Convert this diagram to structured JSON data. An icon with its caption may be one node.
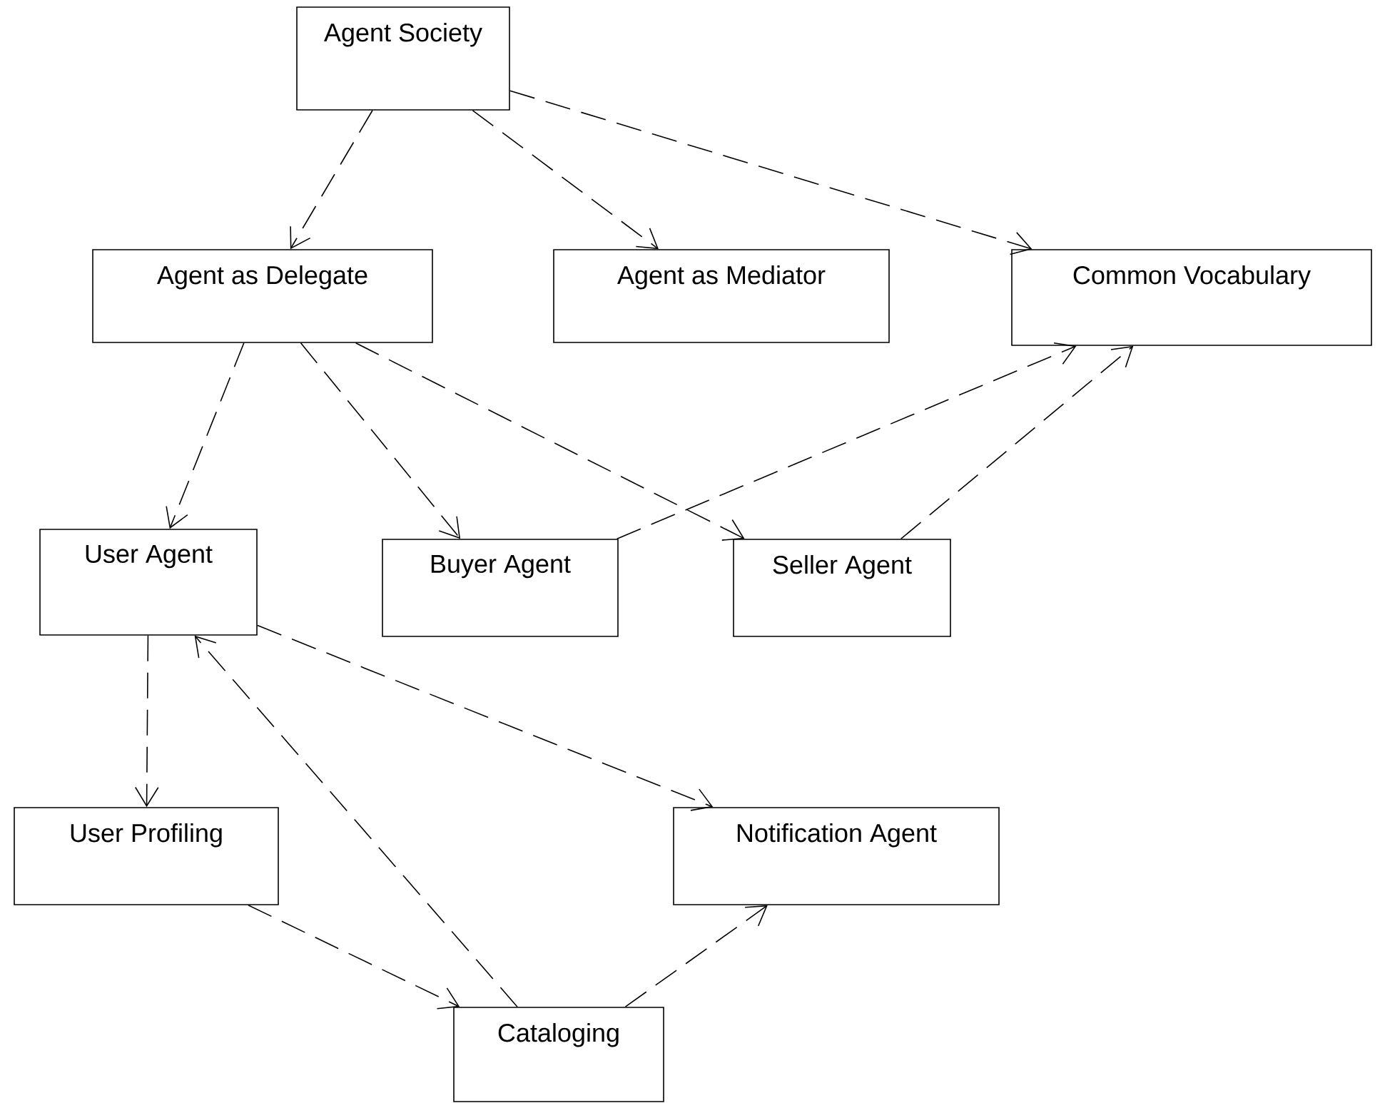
{
  "diagram": {
    "nodes": [
      {
        "text": [
          "Agent Society"
        ]
      },
      {
        "text": [
          "Agent as Delegate"
        ]
      },
      {
        "text": [
          "Agent as Mediator"
        ]
      },
      {
        "text": [
          "Common Vocabulary"
        ]
      },
      {
        "text": [
          "User Agent"
        ]
      },
      {
        "text": [
          "Buyer Agent"
        ]
      },
      {
        "text": [
          "Seller Agent"
        ]
      },
      {
        "text": [
          "User Profiling"
        ]
      },
      {
        "text": [
          "Notification Agent"
        ]
      },
      {
        "text": [
          "Cataloging"
        ]
      }
    ],
    "edges": [
      {
        "from": 0,
        "to": 1,
        "arrow": "to",
        "style": "dashed"
      },
      {
        "from": 0,
        "to": 2,
        "arrow": "to",
        "style": "dashed"
      },
      {
        "from": 0,
        "to": 3,
        "arrow": "to",
        "style": "dashed"
      },
      {
        "from": 1,
        "to": 4,
        "arrow": "to",
        "style": "dashed"
      },
      {
        "from": 1,
        "to": 5,
        "arrow": "to",
        "style": "dashed"
      },
      {
        "from": 1,
        "to": 6,
        "arrow": "to",
        "style": "dashed"
      },
      {
        "from": 5,
        "to": 3,
        "arrow": "to",
        "style": "dashed"
      },
      {
        "from": 6,
        "to": 3,
        "arrow": "to",
        "style": "dashed"
      },
      {
        "from": 4,
        "to": 7,
        "arrow": "to",
        "style": "dashed"
      },
      {
        "from": 4,
        "to": 8,
        "arrow": "to",
        "style": "dashed"
      },
      {
        "from": 9,
        "to": 4,
        "arrow": "to",
        "style": "dashed"
      },
      {
        "from": 7,
        "to": 9,
        "arrow": "to",
        "style": "dashed"
      },
      {
        "from": 9,
        "to": 8,
        "arrow": "to",
        "style": "dashed"
      }
    ]
  }
}
